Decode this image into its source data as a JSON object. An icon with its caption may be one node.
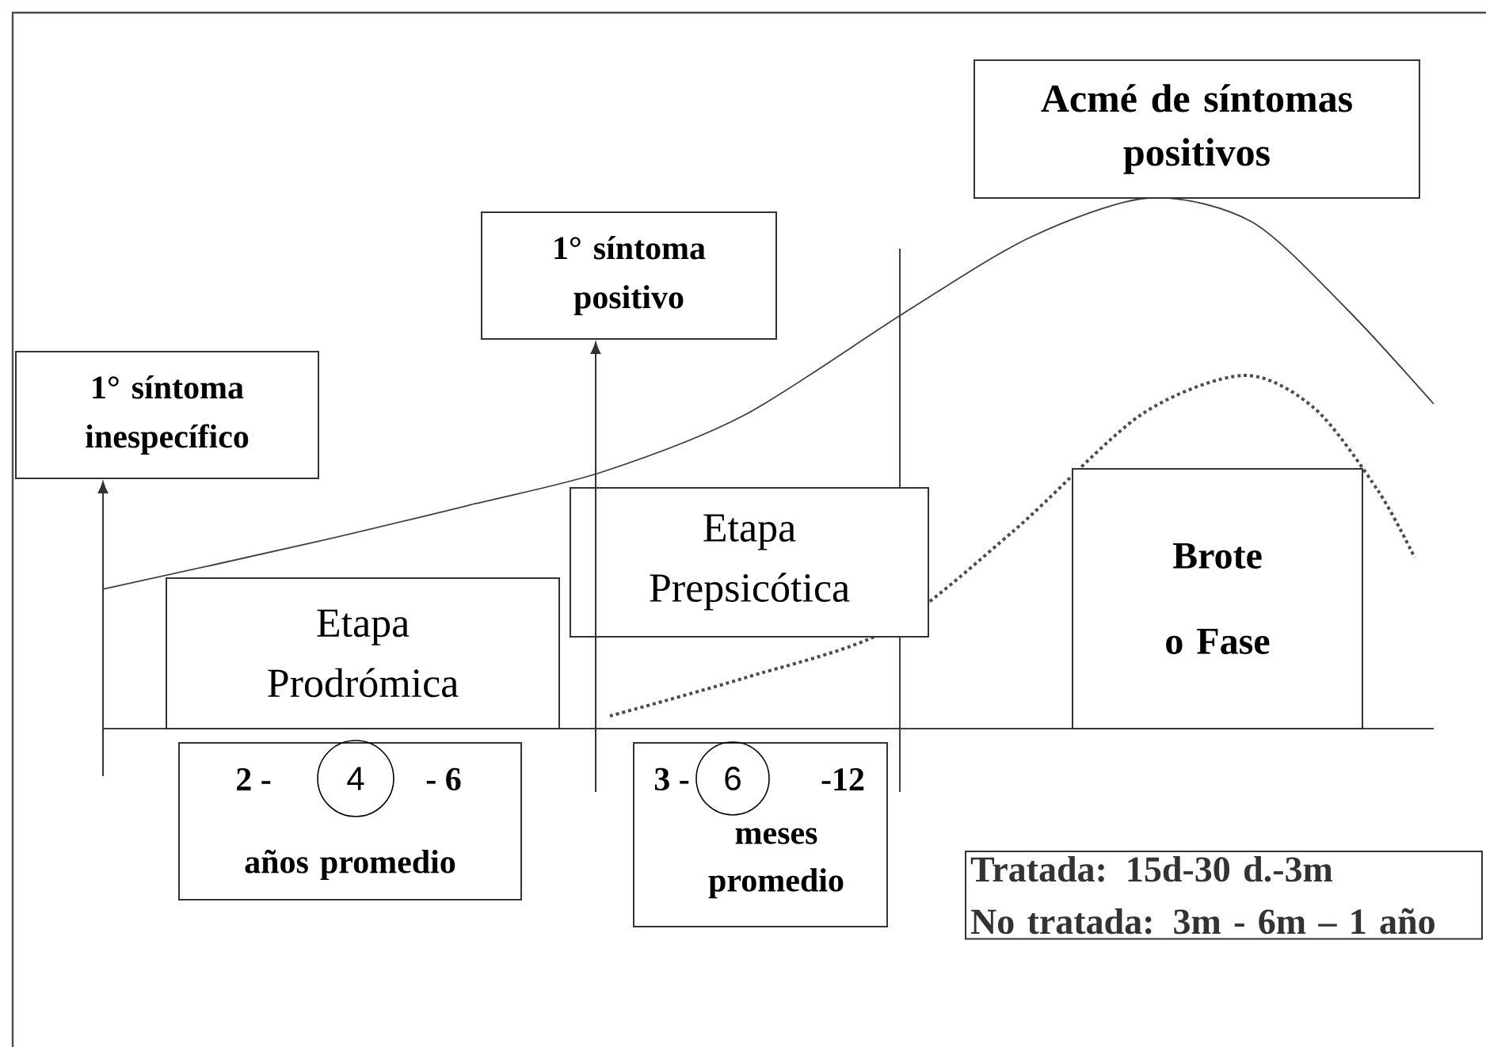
{
  "diagram": {
    "nodes": [
      {
        "text": [
          "1° síntoma inespecífico"
        ]
      },
      {
        "text": [
          "1° síntoma positivo"
        ]
      },
      {
        "text": [
          "Acmé de síntomas positivos"
        ]
      },
      {
        "text": [
          "Etapa Prodrómica"
        ]
      },
      {
        "text": [
          "Etapa Prepsicótica"
        ]
      },
      {
        "text": [
          "Brote o Fase"
        ]
      },
      {
        "text": [
          "2 -",
          "- 6",
          "años promedio"
        ]
      },
      {
        "text": [
          "4"
        ],
        "in": 6
      },
      {
        "text": [
          "3 -",
          "-12",
          "meses promedio"
        ]
      },
      {
        "text": [
          "6"
        ],
        "in": 8
      },
      {
        "text": [
          "Tratada: 15d-30 d.-3m",
          "No tratada: 3m - 6m – 1 año"
        ]
      }
    ],
    "edges": [
      {
        "from": null,
        "to": 0,
        "arrow": "to"
      },
      {
        "from": null,
        "to": 1,
        "arrow": "to"
      }
    ]
  }
}
